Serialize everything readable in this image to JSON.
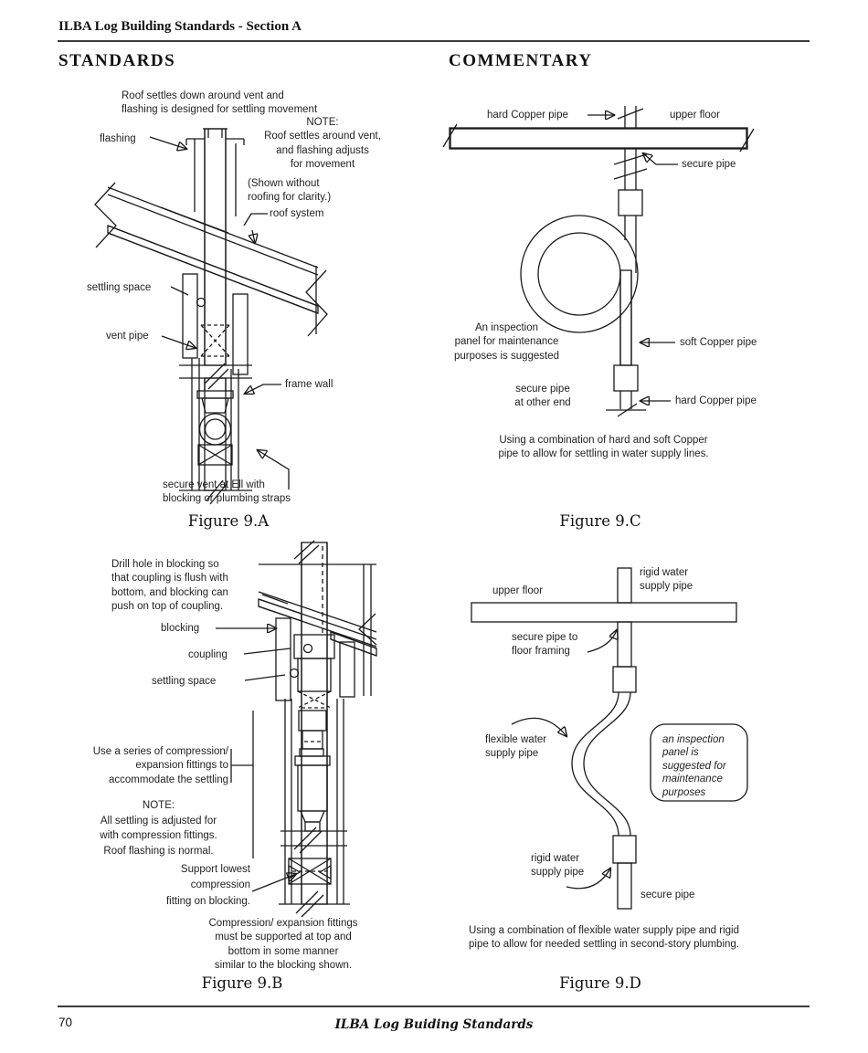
{
  "page": {
    "header_title": "ILBA Log Building Standards - Section A",
    "standards_heading": "STANDARDS",
    "commentary_heading": "COMMENTARY",
    "footer_page_number": "70",
    "footer_title": "ILBA Log Buiding Standards"
  },
  "colors": {
    "ink": "#1a1a1a",
    "paper": "#ffffff",
    "floor_gray": "#9b9b9b"
  },
  "figure_a": {
    "top_note": "Roof settles down around vent and\nflashing is designed for settling movement",
    "note": "NOTE:\nRoof settles around vent,\nand flashing adjusts\nfor movement",
    "shown_without": "(Shown without\nroofing for clarity.)",
    "flashing": "flashing",
    "roof_system": "roof system",
    "settling_space": "settling space",
    "vent_pipe": "vent pipe",
    "frame_wall": "frame wall",
    "secure_vent": "secure vent at Ell with\nblocking or plumbing straps",
    "caption": "Figure 9.A"
  },
  "figure_b": {
    "drill_note": "Drill hole in blocking so\nthat coupling is flush with\nbottom, and blocking can\npush on top of coupling.",
    "blocking": "blocking",
    "coupling": "coupling",
    "settling_space": "settling space",
    "use_series": "Use a series of compression/\nexpansion fittings to\naccommodate the settling",
    "note": "NOTE:\nAll settling is adjusted for\nwith compression fittings.\nRoof flashing is normal.",
    "support": "Support lowest\ncompression\nfitting on blocking.",
    "compression_note": "Compression/ expansion fittings\nmust be supported at top and\nbottom in some manner\nsimilar to the blocking shown.",
    "caption": "Figure 9.B"
  },
  "figure_c": {
    "hard_copper_top": "hard Copper pipe",
    "upper_floor": "upper floor",
    "secure_pipe": "secure pipe",
    "inspection": "An inspection\npanel for maintenance\npurposes is suggested",
    "soft_copper": "soft Copper pipe",
    "secure_other": "secure pipe\nat other end",
    "hard_copper_bottom": "hard Copper pipe",
    "description": "Using a combination of hard and soft Copper\npipe to allow for settling in water supply lines.",
    "caption": "Figure 9.C"
  },
  "figure_d": {
    "rigid_top": "rigid water\nsupply pipe",
    "upper_floor": "upper floor",
    "secure_floor": "secure pipe to\nfloor framing",
    "flexible": "flexible water\nsupply pipe",
    "inspection_box": "an inspection\npanel is\nsuggested for\nmaintenance\npurposes",
    "rigid_bottom": "rigid water\nsupply pipe",
    "secure_pipe": "secure pipe",
    "description": "Using a combination of flexible water supply pipe and rigid\npipe to allow for needed settling in second-story plumbing.",
    "caption": "Figure 9.D"
  }
}
